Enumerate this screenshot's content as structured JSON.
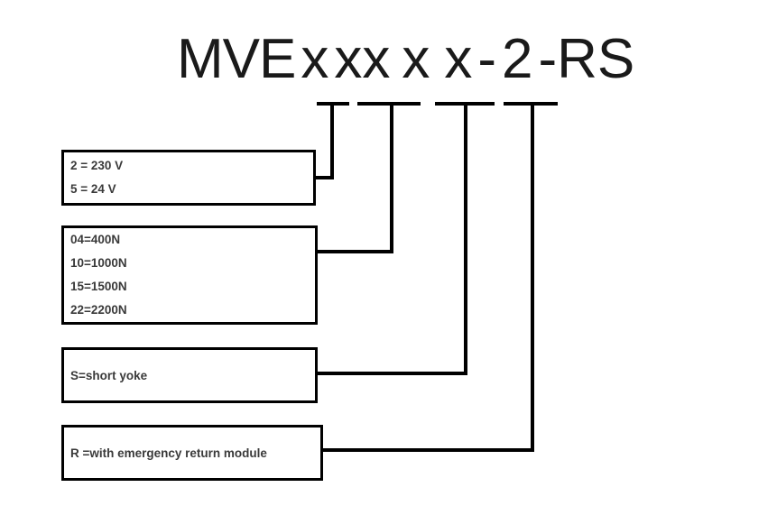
{
  "diagram": {
    "title": "MVE xxx x x - 2 -RS",
    "title_parts": {
      "prefix": "MVE",
      "code_voltage": "x",
      "code_force": "xx",
      "code_yoke": "x",
      "code_return": "x",
      "dash1": "-",
      "number": "2",
      "dash2": "-",
      "suffix": "RS"
    },
    "colors": {
      "stroke": "#000000",
      "title_text": "#1a1a1a",
      "legend_text": "#3a3a3a",
      "background": "#ffffff"
    },
    "legend_boxes": [
      {
        "id": "voltage",
        "lines": [
          "2 = 230 V",
          "5 = 24 V"
        ]
      },
      {
        "id": "force",
        "lines": [
          "04=400N",
          "10=1000N",
          "15=1500N",
          "22=2200N"
        ]
      },
      {
        "id": "yoke",
        "lines": [
          "S=short yoke"
        ]
      },
      {
        "id": "return",
        "lines": [
          "R =with emergency return module"
        ]
      }
    ]
  }
}
